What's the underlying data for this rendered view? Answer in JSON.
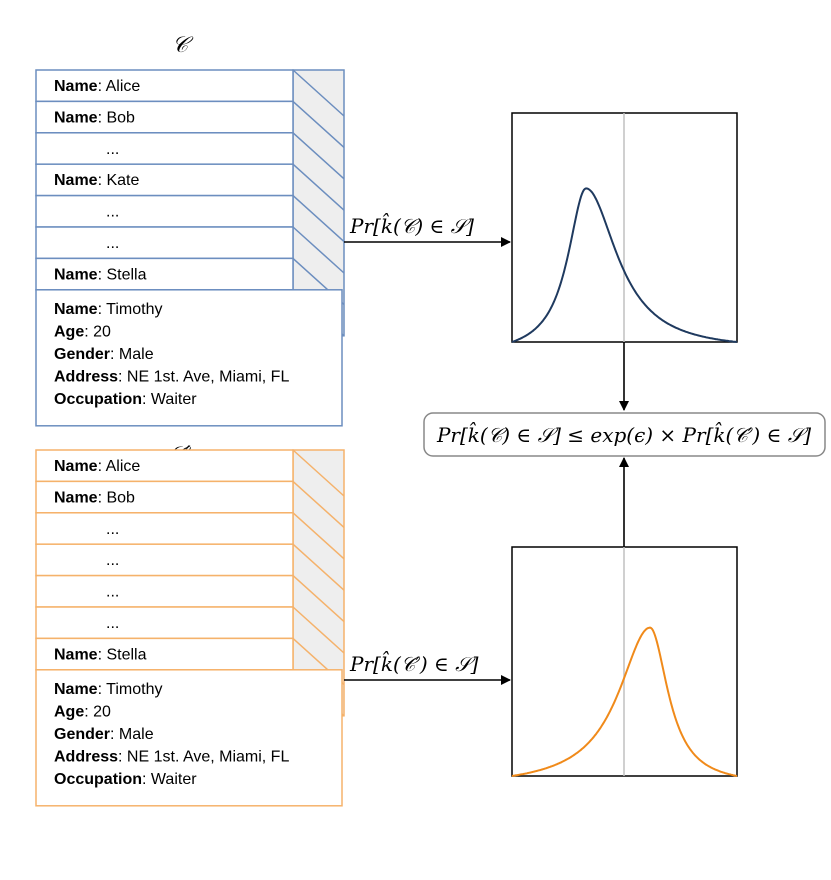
{
  "colors": {
    "top_border": "#6c8ebf",
    "bottom_border": "#f5b26b",
    "fold_fill": "#eeeeee",
    "top_curve": "#1f3a5f",
    "bottom_curve": "#f08a1a",
    "vline": "#c0c0c0",
    "box_border": "#888888",
    "arrow": "#000000"
  },
  "top_collection": {
    "title": "𝒞",
    "rows": [
      {
        "label": "Name",
        "value": ": Alice"
      },
      {
        "label": "Name",
        "value": ": Bob"
      },
      {
        "label": "",
        "value": "..."
      },
      {
        "label": "Name",
        "value": ": Kate"
      },
      {
        "label": "",
        "value": "..."
      },
      {
        "label": "",
        "value": "..."
      },
      {
        "label": "Name",
        "value": ": Stella"
      }
    ],
    "record": [
      {
        "label": "Name",
        "value": ": Timothy"
      },
      {
        "label": "Age",
        "value": ": 20"
      },
      {
        "label": "Gender",
        "value": ": Male"
      },
      {
        "label": "Address",
        "value": ": NE 1st. Ave, Miami, FL"
      },
      {
        "label": "Occupation",
        "value": ": Waiter"
      }
    ]
  },
  "bottom_collection": {
    "title": "𝒞′",
    "rows": [
      {
        "label": "Name",
        "value": ": Alice"
      },
      {
        "label": "Name",
        "value": ": Bob"
      },
      {
        "label": "",
        "value": "..."
      },
      {
        "label": "",
        "value": "..."
      },
      {
        "label": "",
        "value": "..."
      },
      {
        "label": "",
        "value": "..."
      },
      {
        "label": "Name",
        "value": ": Stella"
      }
    ],
    "record": [
      {
        "label": "Name",
        "value": ": Timothy"
      },
      {
        "label": "Age",
        "value": ": 20"
      },
      {
        "label": "Gender",
        "value": ": Male"
      },
      {
        "label": "Address",
        "value": ": NE 1st. Ave, Miami, FL"
      },
      {
        "label": "Occupation",
        "value": ": Waiter"
      }
    ]
  },
  "labels": {
    "top_prob": "Pr[k̂(𝒞) ∈ 𝒮]",
    "bottom_prob": "Pr[k̂(𝒞′) ∈ 𝒮]",
    "inequality": "Pr[k̂(𝒞) ∈ 𝒮] ≤ exp(ϵ) × Pr[k̂(𝒞′) ∈ 𝒮]"
  }
}
